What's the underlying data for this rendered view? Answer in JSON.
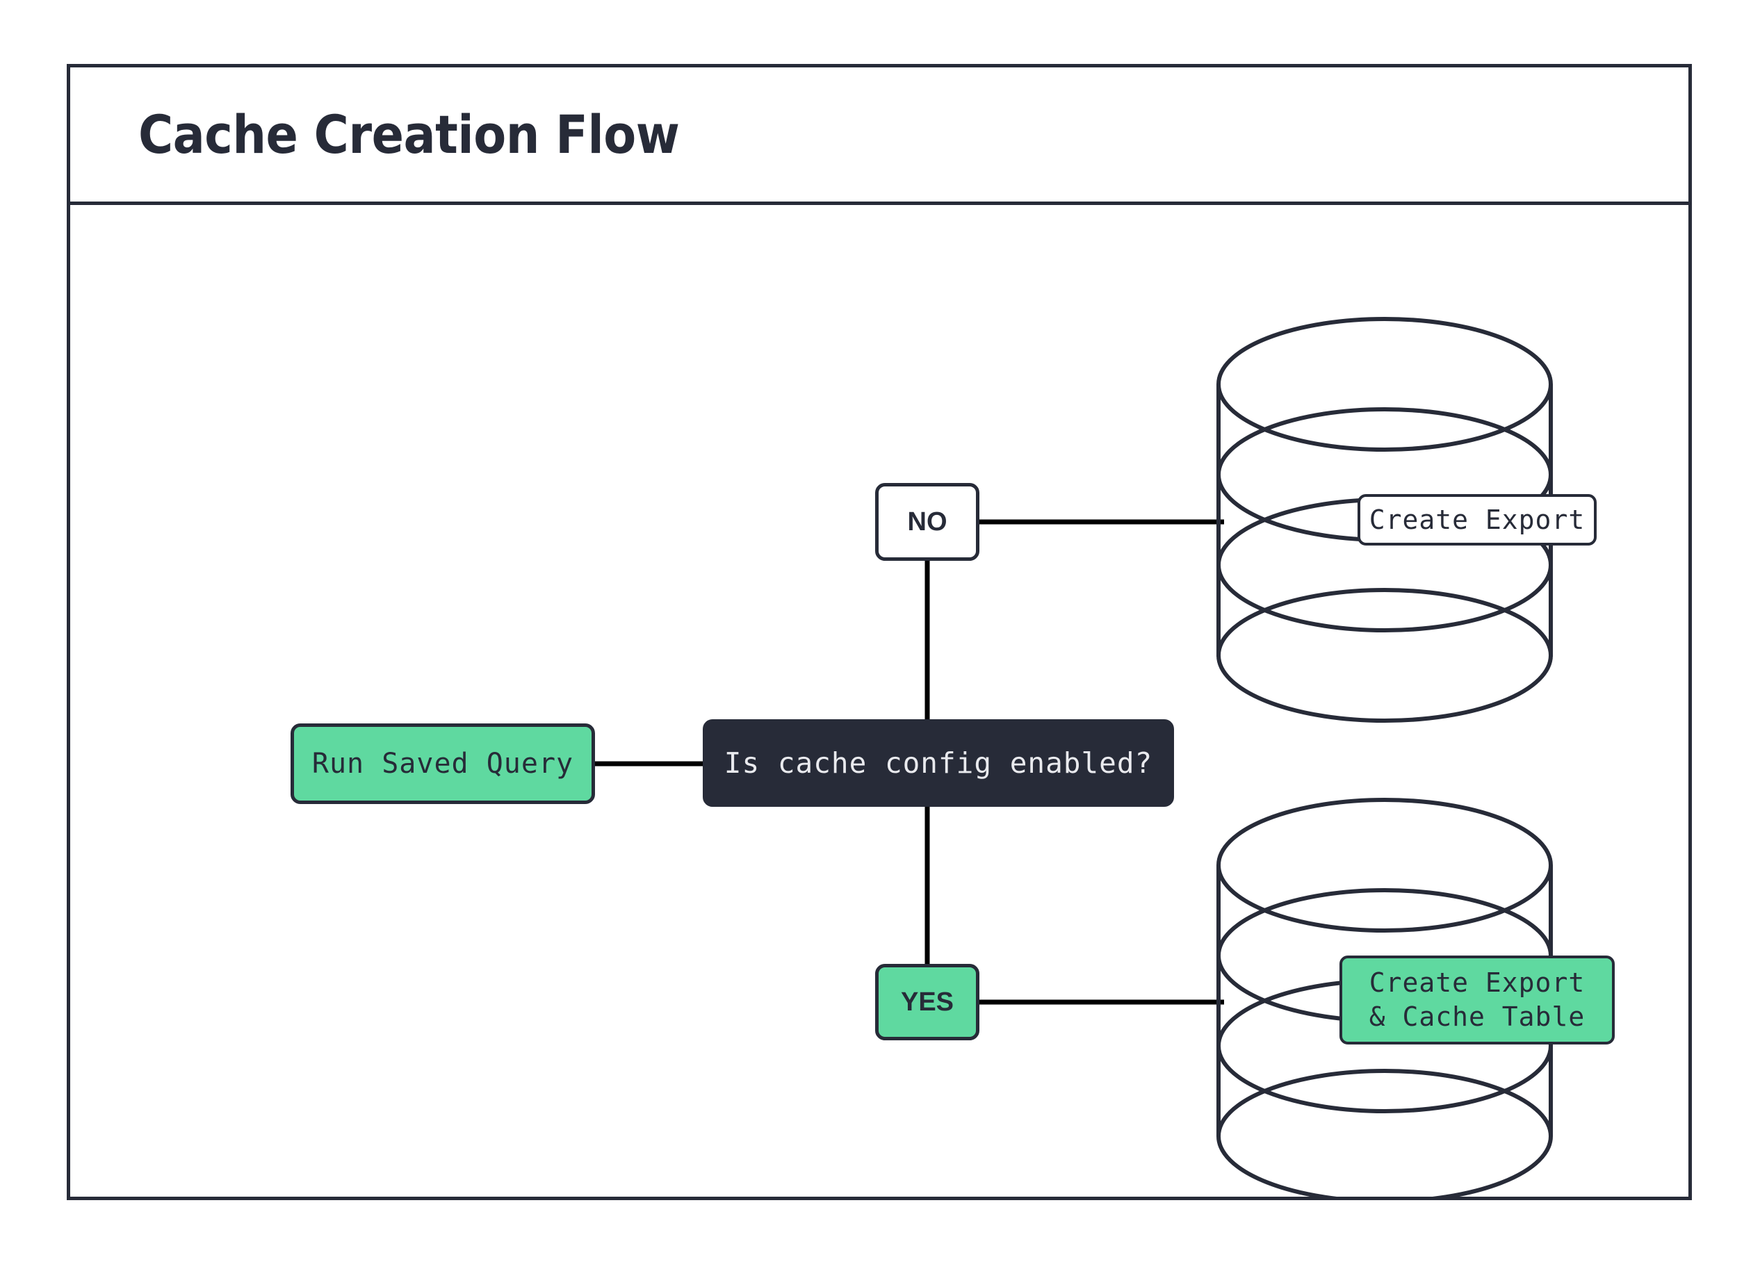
{
  "diagram": {
    "title": "Cache Creation Flow",
    "theme": {
      "ink": "#272b38",
      "accent_green": "#5fd9a0",
      "surface": "#ffffff",
      "connector": "#000000",
      "dark_node_text": "#e9eaee"
    },
    "nodes": {
      "start": {
        "label": "Run Saved Query",
        "shape": "rounded-rect",
        "fill": "#5fd9a0"
      },
      "decision": {
        "label": "Is cache config enabled?",
        "shape": "rounded-rect",
        "fill": "#272b38"
      },
      "branch_no": {
        "label": "NO",
        "shape": "rounded-rect",
        "fill": "#ffffff"
      },
      "branch_yes": {
        "label": "YES",
        "shape": "rounded-rect",
        "fill": "#5fd9a0"
      },
      "database_top": {
        "shape": "database-cylinder",
        "label": "Create Export",
        "label_fill": "#ffffff"
      },
      "database_bottom": {
        "shape": "database-cylinder",
        "label": "Create Export\n& Cache Table",
        "label_fill": "#5fd9a0"
      }
    },
    "edges": [
      {
        "from": "start",
        "to": "decision",
        "label": ""
      },
      {
        "from": "decision",
        "to": "branch_no",
        "label": ""
      },
      {
        "from": "branch_no",
        "to": "database_top",
        "label": ""
      },
      {
        "from": "decision",
        "to": "branch_yes",
        "label": ""
      },
      {
        "from": "branch_yes",
        "to": "database_bottom",
        "label": ""
      }
    ]
  }
}
